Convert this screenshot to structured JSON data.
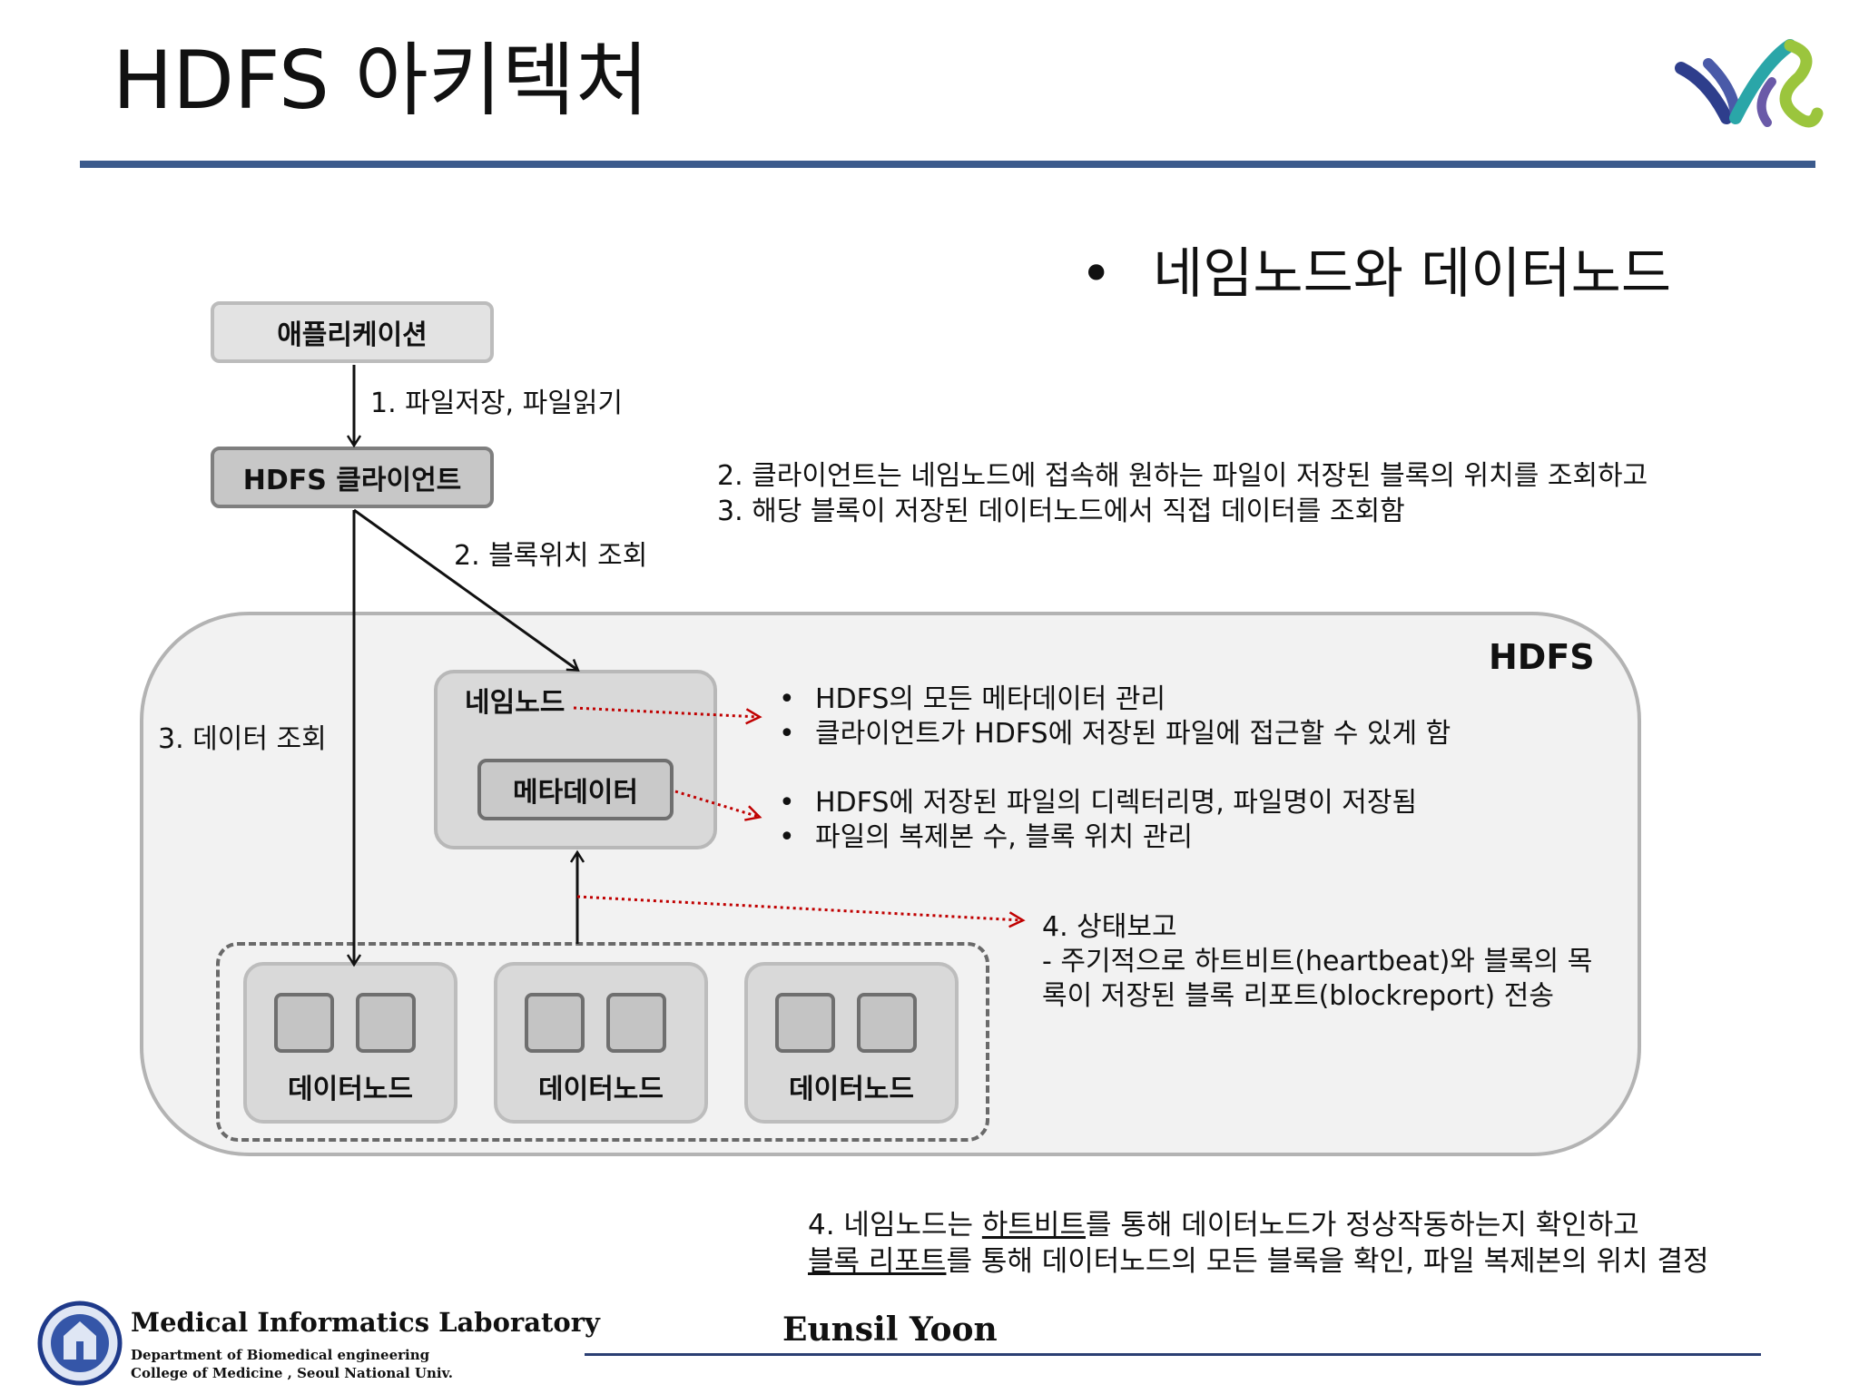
{
  "slide": {
    "title": "HDFS 아키텍처",
    "heading_bullet": "•",
    "heading": "네임노드와 데이터노드",
    "logo_icon": "vs-logo-icon"
  },
  "diagram": {
    "application": "애플리케이션",
    "client": "HDFS 클라이언트",
    "step1": "1. 파일저장, 파일읽기",
    "step2": "2. 블록위치 조회",
    "step3": "3. 데이터 조회",
    "hdfs_label": "HDFS",
    "namenode": "네임노드",
    "metadata": "메타데이터",
    "datanodes": [
      "데이터노드",
      "데이터노드",
      "데이터노드"
    ],
    "namenode_bullets": [
      "HDFS의 모든 메타데이터 관리",
      "클라이언트가 HDFS에 저장된 파일에 접근할 수 있게 함"
    ],
    "metadata_bullets": [
      "HDFS에 저장된 파일의 디렉터리명, 파일명이 저장됨",
      "파일의 복제본 수, 블록 위치 관리"
    ],
    "report": {
      "line1": "4. 상태보고",
      "line2": "- 주기적으로 하트비트(heartbeat)와 블록의 목",
      "line3": "록이 저장된 블록 리포트(blockreport) 전송"
    },
    "bullet_char": "•"
  },
  "description_top": {
    "line1": "2. 클라이언트는 네임노드에 접속해 원하는 파일이 저장된 블록의 위치를 조회하고",
    "line2": "3. 해당 블록이 저장된 데이터노드에서 직접 데이터를 조회함"
  },
  "bottom_note": {
    "l1_a": "4. 네임노드는 ",
    "l1_u": "하트비트",
    "l1_b": "를 통해 데이터노드가 정상작동하는지 확인하고",
    "l2_u": "블록 리포트",
    "l2_b": "를 통해 데이터노드의 모든 블록을 확인, 파일 복제본의 위치 결정"
  },
  "footer": {
    "lab": "Medical  Informatics Laboratory",
    "dept": "Department of Biomedical engineering",
    "college": "College of Medicine , Seoul  National  Univ.",
    "author": "Eunsil Yoon",
    "emblem_icon": "university-emblem-icon"
  },
  "colors": {
    "rule_blue": "#3b5a8c",
    "dotted_red": "#c00000"
  }
}
